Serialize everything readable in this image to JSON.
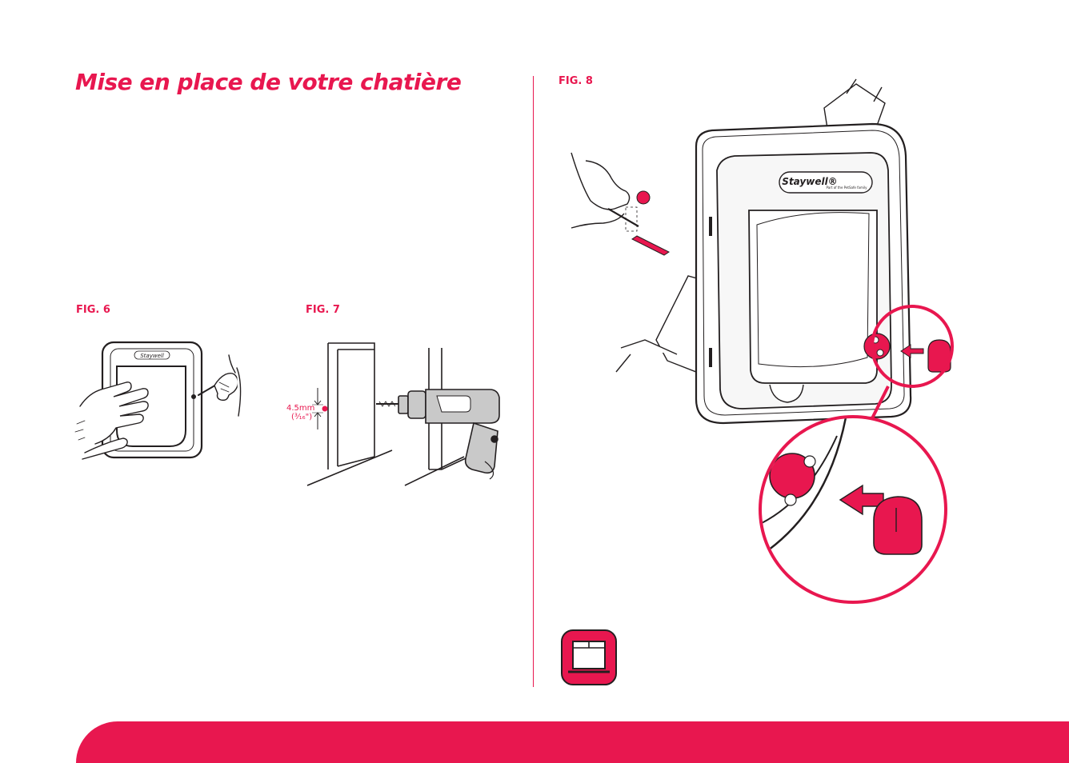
{
  "page": {
    "title": "Mise en place de votre chatière"
  },
  "colors": {
    "accent": "#e8174f",
    "line": "#231f20",
    "device_fill": "#f2f2f2",
    "drill_fill": "#c9c9c9"
  },
  "figures": {
    "fig6": {
      "label": "FIG. 6",
      "brand": "Staywell"
    },
    "fig7": {
      "label": "FIG. 7",
      "dimension_mm": "4.5mm",
      "dimension_in": "(³⁄₁₆\")"
    },
    "fig8": {
      "label": "FIG. 8",
      "brand": "Staywell®",
      "brand_tagline": "Part of the PetSafe family"
    }
  },
  "icons": {
    "footer_icon": "window-panel-icon"
  }
}
